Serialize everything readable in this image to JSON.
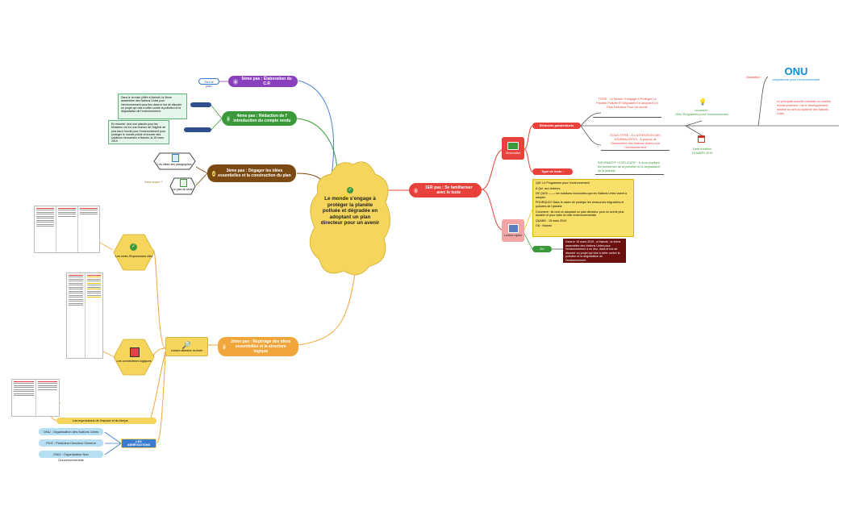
{
  "central": {
    "title": "Le monde s'engage à protéger la planète polluée et dégradée en adoptant un plan directeur pour un avenir"
  },
  "branch1": {
    "label": "1ER pas : Se familiariser avec le texte",
    "observation": "Observation",
    "elements_paratextuels": "Eléments paratextuels",
    "titre_note": "TITRE : Le Monde S'engage à Protéger La Planète Polluée Et Dégradée En adoptant Un Plan Directeur Pour Un Avenir",
    "sous_titre_note": "SOUS-TITRE : À L'ATTENTION DES JOURNALISTES - À propos de l'Assemblée des Nations Unies pour l'environnement",
    "type_de_texte": "Type de texte :",
    "type_de_texte_value": "INFORMATIF / EXPLICATIF : il nous explique les problèmes de la pollution et la dégradation de la planète",
    "illustration_label": "Illustration :",
    "onu_logo": "ONU",
    "onu_logo_sub": "programme pour l'environnement",
    "onu_desc": "Le principale autorité mondiale en matière d'environnement, rue le développement durable au sein du système des Nations Unies",
    "source_label": "La source :",
    "source_value": "ONU Programme pour l'environnement",
    "date_label": "Date d'édition",
    "date_value": "15 MARS 2019",
    "lecture_rapide": "Lecture rapide",
    "qqoqcp": [
      "QUI: Le Programme pour l'environnement",
      "À Qui: aux lecteurs",
      "DE QUOI ——: les solutions innovantes que les Nations Unies visent à adopter",
      "POURQUOI: Dans le cadre de protéger les ressources dégradées et polluées de l'planète",
      "Comment : Ils vont en adoptant un plan directeur pour un avenir plus durable et pour lutter la crise environnementale",
      "QUAND : 15 mars 2019",
      "OÙ : Nairobi"
    ],
    "en_resume": "En résumé :",
    "resume_text": "Dans le 15 mars 2019 , à Nairobi , la 4ème assemblée des Nations Unies pour l'environnement a eu lieu, dans le but de discuter un projet qui vise à lutter contre la pollution et la dégradation de l'environnement ."
  },
  "branch2": {
    "label": "2ème pas : Repérage des idées essentielles et la structure logique",
    "lecture_attentive": "Lecture attentive du texte",
    "mots_expressions": "Les mots /Expressions clés",
    "connecteurs": "Les connecteurs logiques",
    "expressions_espace_temps": "Les expressions de l'espace et du temps",
    "abbreviations_title": "LES ABRÉVIATIONS",
    "abbreviations": [
      "ONU : Organisation des Nations Unies",
      "PDG : Président Directeur Général",
      "ONG : Organisation Non Gouvernementale"
    ]
  },
  "branch3": {
    "label": "3ème pas : Dégager les idées essentielles et la construction du plan",
    "idees": "Les idées des paragraphes",
    "plan": "Le plan du texte",
    "vous_voyez": "Vous voyez ?"
  },
  "branch4": {
    "label": "4ème pas : Rédaction de l' introduction du compte rendu",
    "note1": "Dans le la main (Affrè à Nairobi, la 4ème assemblée des Nations Unies pour l'environnement pour lieu dans le but de discuter un projet qui vise à lutter contre la pollution et la dégradation de l'environnement.",
    "note2": "En résumé, ceci une pliande pour les Ministres ont eu une réunion de l'Algérie de plus fauxi l'envie pour l'environnement pour protéger le monde pollué et trouver des solutions innovantes à Nairobi, la 15 mars 2019"
  },
  "branch5": {
    "label": "5ème pas : Élaboration du C.R",
    "tag": "Tout le plan"
  },
  "colors": {
    "central": "#f6d55c",
    "branch1": "#e8413c",
    "branch2": "#f0a63a",
    "branch3": "#7b4a12",
    "branch4": "#3a9a3a",
    "branch5": "#8a3fbf",
    "onu_blue": "#0b8fd8"
  },
  "icons": {
    "central": "check-circle-icon",
    "observation": "monitor-icon",
    "lecture_rapide": "reading-icon",
    "lecture_attentive": "magnifier-icon",
    "lightbulb": "lightbulb-icon",
    "calendar": "calendar-icon"
  }
}
